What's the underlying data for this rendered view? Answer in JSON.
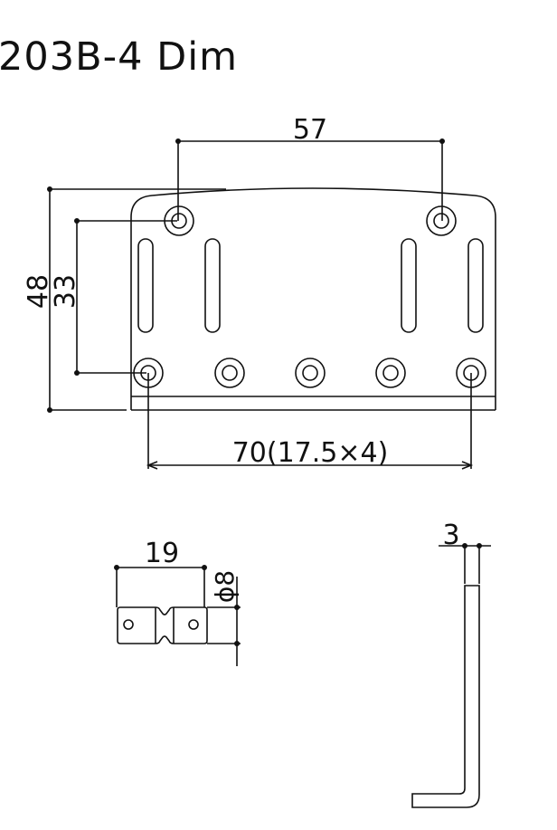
{
  "title": "203B-4 Dim",
  "main_view": {
    "dim_top_hole_spacing": "57",
    "dim_overall_height": "48",
    "dim_hole_row_spacing": "33",
    "dim_bottom_hole_span": "70(17.5×4)",
    "top_holes": 2,
    "bottom_holes": 5,
    "slots": 4
  },
  "saddle_view": {
    "dim_width": "19",
    "dim_diameter": "ϕ8"
  },
  "side_view": {
    "dim_thickness": "3"
  },
  "colors": {
    "line": "#111111",
    "background": "#ffffff"
  }
}
